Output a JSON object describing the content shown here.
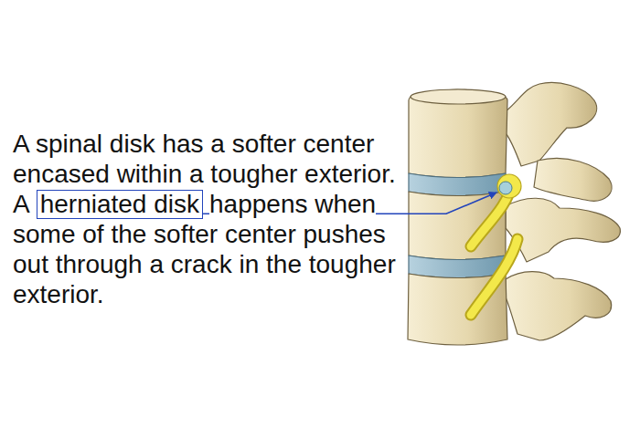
{
  "diagram": {
    "nodes": [
      {
        "text": [
          "herniated disk"
        ]
      }
    ],
    "labels": [
      "A spinal disk has a softer center encased within a tougher exterior. A",
      "happens when some of the softer center pushes out through a crack in the tougher exterior."
    ]
  }
}
